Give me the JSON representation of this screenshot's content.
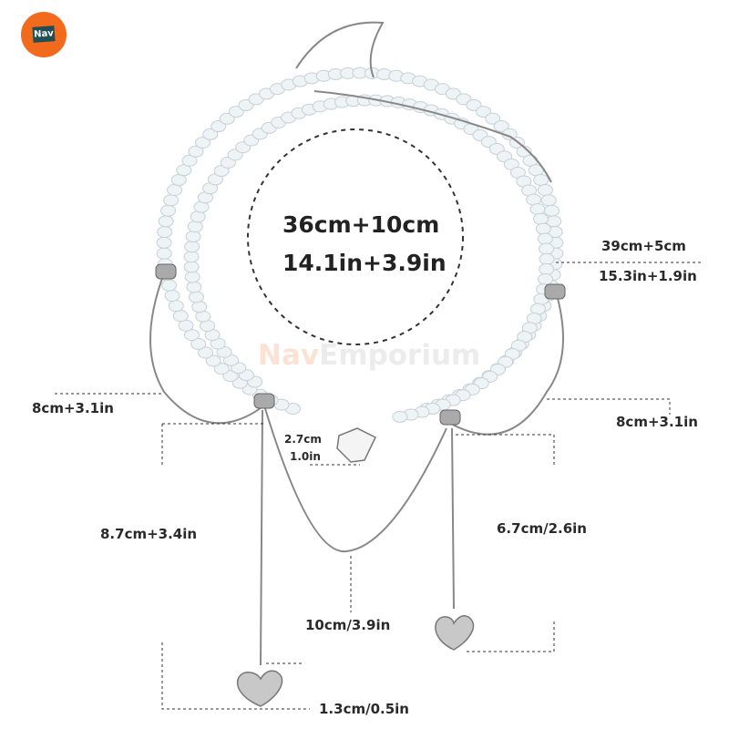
{
  "logo": {
    "text": "Nav",
    "color": "#f26a1b"
  },
  "watermark": {
    "brand_a": "Nav",
    "brand_b": "Emporium"
  },
  "center": {
    "line1": "36cm+10cm",
    "line2": "14.1in+3.9in"
  },
  "labels": {
    "outer_cm": "39cm+5cm",
    "outer_in": "15.3in+1.9in",
    "left_chain": "8cm+3.1in",
    "right_chain": "8cm+3.1in",
    "pendant_cm": "2.7cm",
    "pendant_in": "1.0in",
    "left_drop": "8.7cm+3.4in",
    "right_drop": "6.7cm/2.6in",
    "middle_drop": "10cm/3.9in",
    "heart": "1.3cm/0.5in"
  }
}
